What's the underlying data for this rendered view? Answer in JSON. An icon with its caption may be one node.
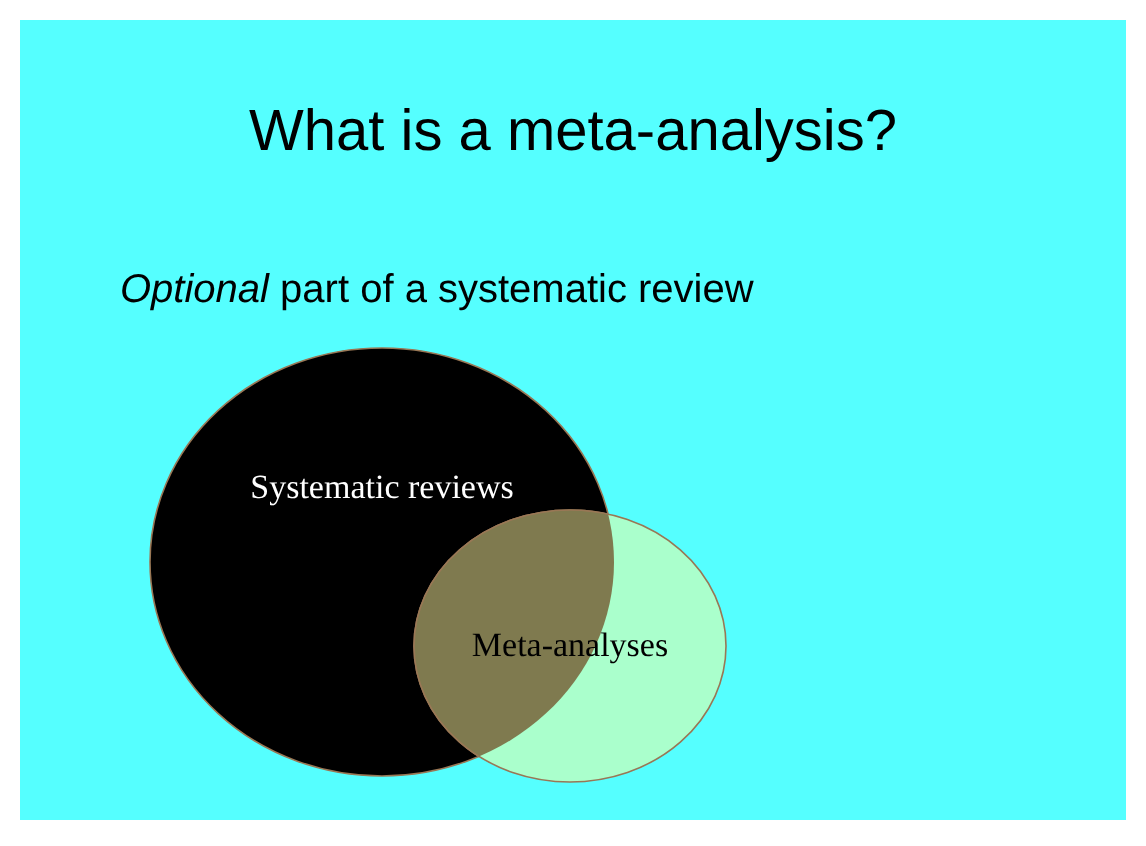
{
  "diagram": {
    "title": "What is a meta-analysis?",
    "nodes": [
      {
        "text": [
          "Systematic reviews"
        ]
      },
      {
        "text": [
          "Meta-analyses"
        ]
      }
    ],
    "edges": [],
    "labels": [
      "*Optional* part of a systematic review"
    ]
  }
}
